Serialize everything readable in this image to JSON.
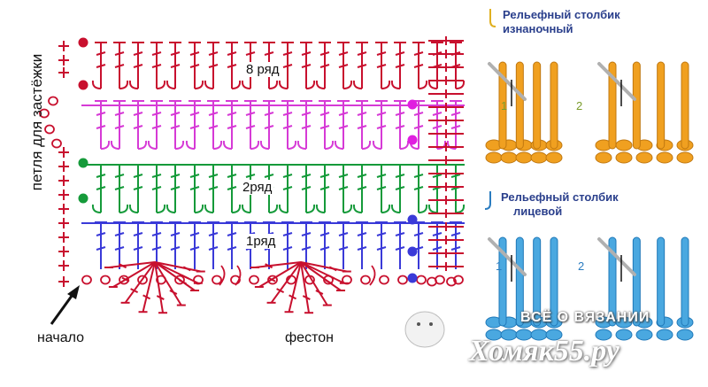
{
  "scheme": {
    "side_label": "петля для застёжки",
    "rows": [
      {
        "label": "8 ряд",
        "color": "#c8102e"
      },
      {
        "label": "",
        "color": "#d63ad6"
      },
      {
        "label": "2ряд",
        "color": "#159a3a"
      },
      {
        "label": "1ряд",
        "color": "#3a3ad8"
      }
    ],
    "start_label": "начало",
    "scallop_label": "фестон",
    "chain_color": "#c8102e",
    "dot_color_red": "#c8102e",
    "dot_color_green": "#159a3a",
    "dot_color_magenta": "#e01fe0",
    "dot_color_blue": "#3a3ad8"
  },
  "legend": {
    "purl": {
      "title_line1": "Рельефный столбик",
      "title_line2": "изнаночный",
      "color": "#f0a020",
      "step1": "1",
      "step2": "2"
    },
    "knit": {
      "title_line1": "Рельефный столбик",
      "title_line2": "лицевой",
      "color": "#4aa8e0",
      "step1": "1",
      "step2": "2"
    }
  },
  "watermark": {
    "line1": "ВСЁ О ВЯЗАНИИ",
    "line2": "Хомяк55.ру"
  }
}
